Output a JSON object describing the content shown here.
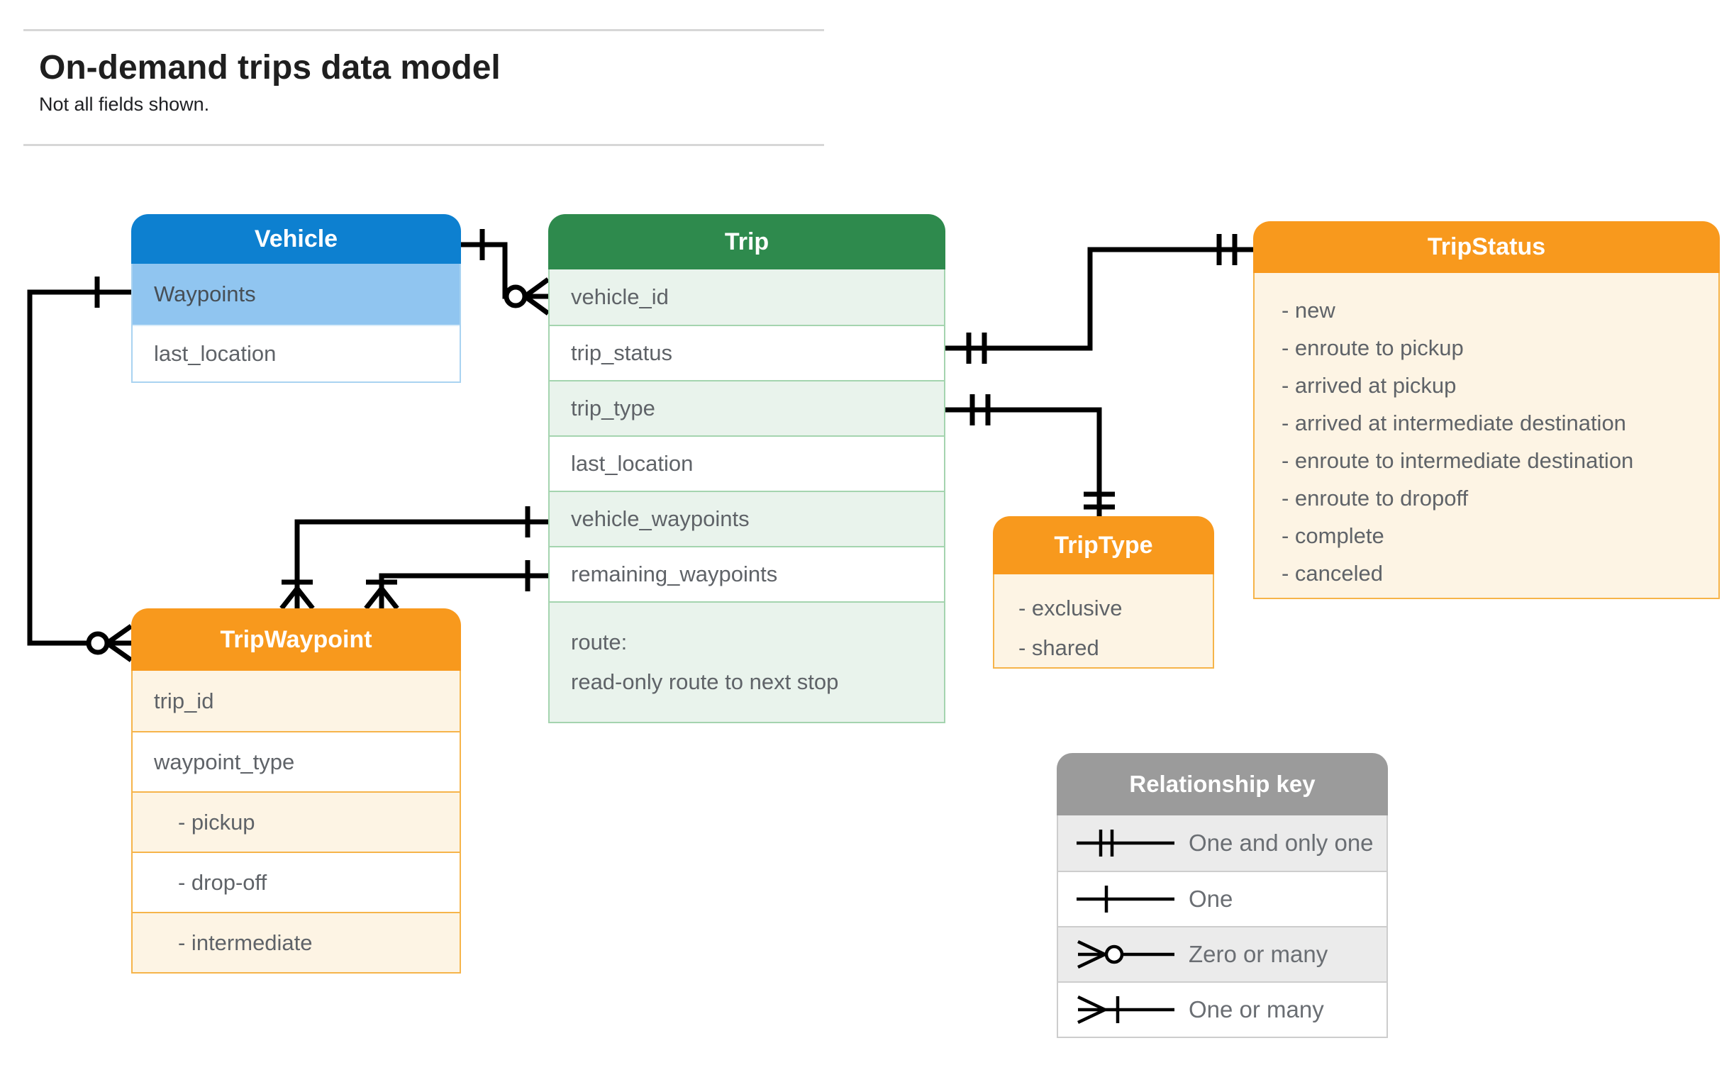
{
  "page": {
    "title": "On-demand trips data model",
    "subtitle": "Not all fields shown."
  },
  "entities": {
    "vehicle": {
      "title": "Vehicle",
      "fields": [
        "Waypoints",
        "last_location"
      ]
    },
    "trip": {
      "title": "Trip",
      "fields": [
        "vehicle_id",
        "trip_status",
        "trip_type",
        "last_location",
        "vehicle_waypoints",
        "remaining_waypoints"
      ],
      "route_field": {
        "name": "route:",
        "description": "read-only route to next stop"
      }
    },
    "trip_status": {
      "title": "TripStatus",
      "values": [
        "- new",
        "- enroute to pickup",
        "- arrived at pickup",
        "- arrived at intermediate destination",
        "- enroute to intermediate destination",
        "- enroute to dropoff",
        "- complete",
        "- canceled"
      ]
    },
    "trip_type": {
      "title": "TripType",
      "values": [
        "- exclusive",
        "- shared"
      ]
    },
    "trip_waypoint": {
      "title": "TripWaypoint",
      "fields": [
        "trip_id",
        "waypoint_type"
      ],
      "waypoint_type_values": [
        "- pickup",
        "- drop-off",
        "- intermediate"
      ]
    }
  },
  "legend": {
    "title": "Relationship key",
    "rows": [
      {
        "symbol": "one-and-only-one",
        "label": "One and only one"
      },
      {
        "symbol": "one",
        "label": "One"
      },
      {
        "symbol": "zero-or-many",
        "label": "Zero or many"
      },
      {
        "symbol": "one-or-many",
        "label": "One or many"
      }
    ]
  },
  "colors": {
    "vehicle_header": "#0d80d0",
    "vehicle_highlight_row": "#90c5f0",
    "trip_header": "#2e8a4d",
    "trip_row_tint": "#e9f3ec",
    "orange_header": "#f8991d",
    "orange_row_tint": "#fdf4e4",
    "legend_header": "#9b9b9b",
    "legend_row_tint": "#ebebeb",
    "connector": "#000000",
    "field_text": "#5f6368"
  }
}
